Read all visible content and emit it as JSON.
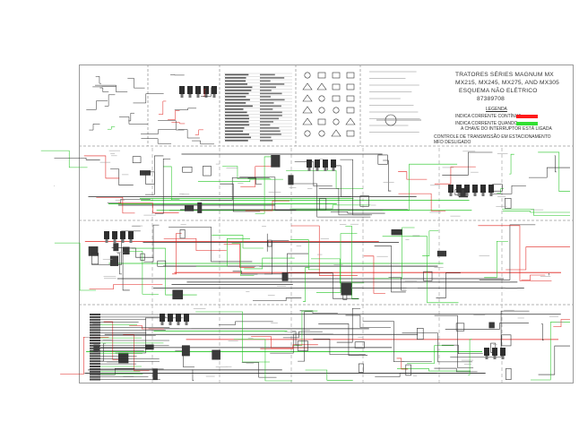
{
  "title_block": {
    "title_line1": "TRATORES SÉRIES MAGNUM MX",
    "title_line2": "MX215, MX245, MX275, AND MX305",
    "title_line3": "ESQUEMA NÃO ELÉTRICO",
    "part_number": "87389708",
    "legend_heading": "LEGENDA",
    "legend_red_label": "INDICA CORRENTE CONTÍNUA",
    "legend_green_label_1": "INDICA CORRENTE QUANDO",
    "legend_green_label_2": "A CHAVE DO INTERRUPTOR ESTÁ LIGADA",
    "section_label_1": "CONTROLE DE TRANSMISSÃO EM ESTACIONAMENTO",
    "section_label_2": "MFD DESLIGADO"
  },
  "colors": {
    "wire_dark": "#2b2b2b",
    "wire_red": "#e0201c",
    "wire_green": "#22c422",
    "frame": "#9a9a9a",
    "legend_red": "#ff1a1a",
    "legend_green": "#33e033"
  },
  "stray_mark": "."
}
